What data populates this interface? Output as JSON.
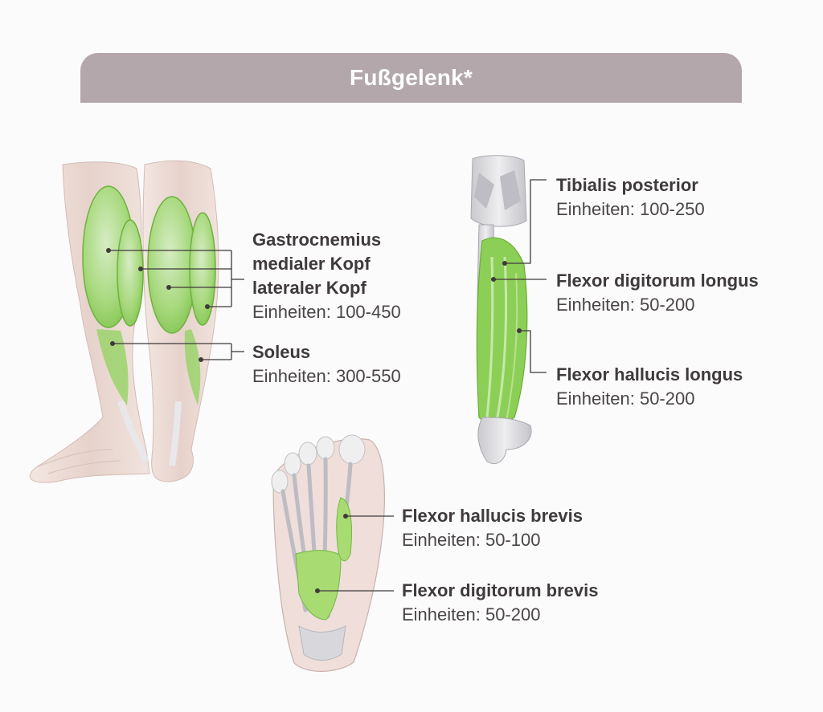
{
  "header": {
    "title": "Fußgelenk*"
  },
  "muscles": {
    "gastrocnemius": {
      "name": "Gastrocnemius",
      "head_medial": "medialer Kopf",
      "head_lateral": "lateraler Kopf",
      "units": "Einheiten: 100-450"
    },
    "soleus": {
      "name": "Soleus",
      "units": "Einheiten: 300-550"
    },
    "tibialis_posterior": {
      "name": "Tibialis posterior",
      "units": "Einheiten: 100-250"
    },
    "flexor_digitorum_longus": {
      "name": "Flexor digitorum longus",
      "units": "Einheiten: 50-200"
    },
    "flexor_hallucis_longus": {
      "name": "Flexor hallucis longus",
      "units": "Einheiten: 50-200"
    },
    "flexor_hallucis_brevis": {
      "name": "Flexor hallucis brevis",
      "units": "Einheiten: 50-100"
    },
    "flexor_digitorum_brevis": {
      "name": "Flexor digitorum brevis",
      "units": "Einheiten: 50-200"
    }
  },
  "colors": {
    "header": "#b3a7ab",
    "muscle_highlight": "#8fd15a",
    "tissue": "#ebd9d3",
    "bone": "#dcdcdf",
    "text": "#3f3a3b"
  }
}
